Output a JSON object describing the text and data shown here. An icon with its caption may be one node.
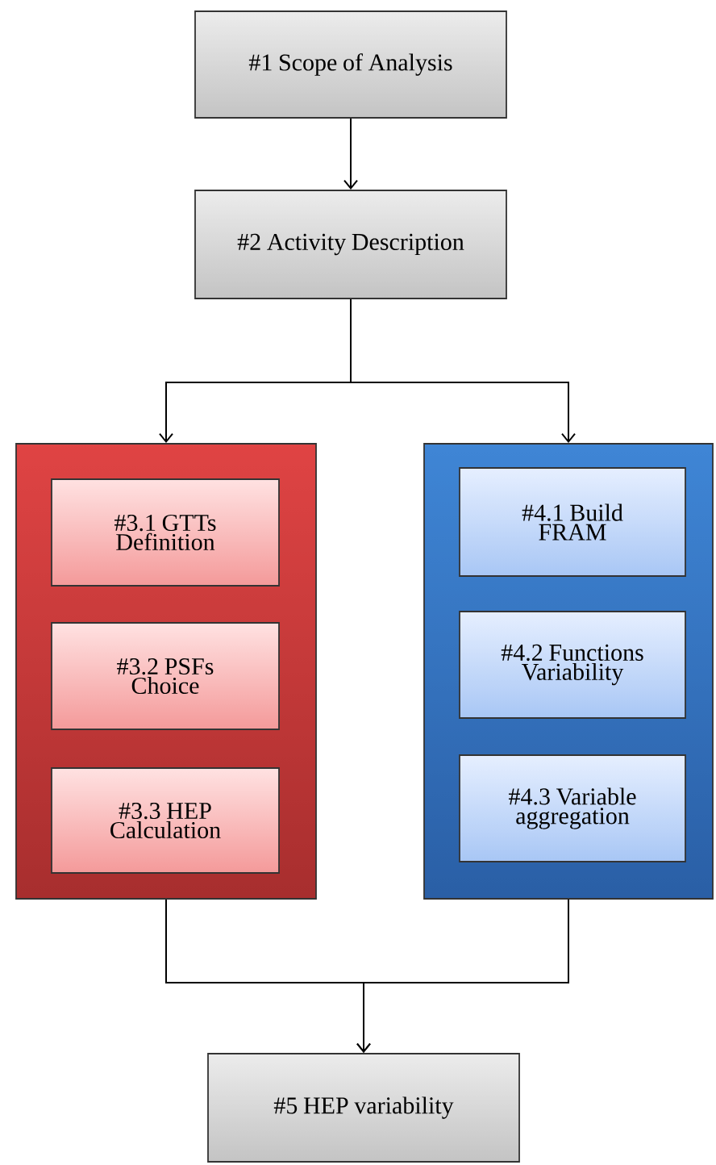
{
  "diagram": {
    "nodes": [
      {
        "text": [
          "#1 Scope of Analysis"
        ]
      },
      {
        "text": [
          "#2 Activity Description"
        ]
      },
      {
        "text": [],
        "shape": "box"
      },
      {
        "text": [
          "#3.1 GTTs Definition"
        ],
        "in": 2
      },
      {
        "text": [
          "#3.2 PSFs Choice"
        ],
        "in": 2
      },
      {
        "text": [
          "#3.3 HEP Calculation"
        ],
        "in": 2
      },
      {
        "text": [],
        "shape": "box"
      },
      {
        "text": [
          "#4.1 Build FRAM"
        ],
        "in": 6
      },
      {
        "text": [
          "#4.2 Functions Variability"
        ],
        "in": 6
      },
      {
        "text": [
          "#4.3 Variable aggregation"
        ],
        "in": 6
      },
      {
        "text": [
          "#5 HEP variability"
        ]
      }
    ],
    "edges": [
      {
        "from": 0,
        "to": 1,
        "arrow": "to"
      },
      {
        "from": 1,
        "to": 2,
        "arrow": "to"
      },
      {
        "from": 1,
        "to": 6,
        "arrow": "to"
      },
      {
        "from": 2,
        "to": 10,
        "arrow": "to"
      },
      {
        "from": 6,
        "to": 10,
        "arrow": "to"
      }
    ]
  }
}
